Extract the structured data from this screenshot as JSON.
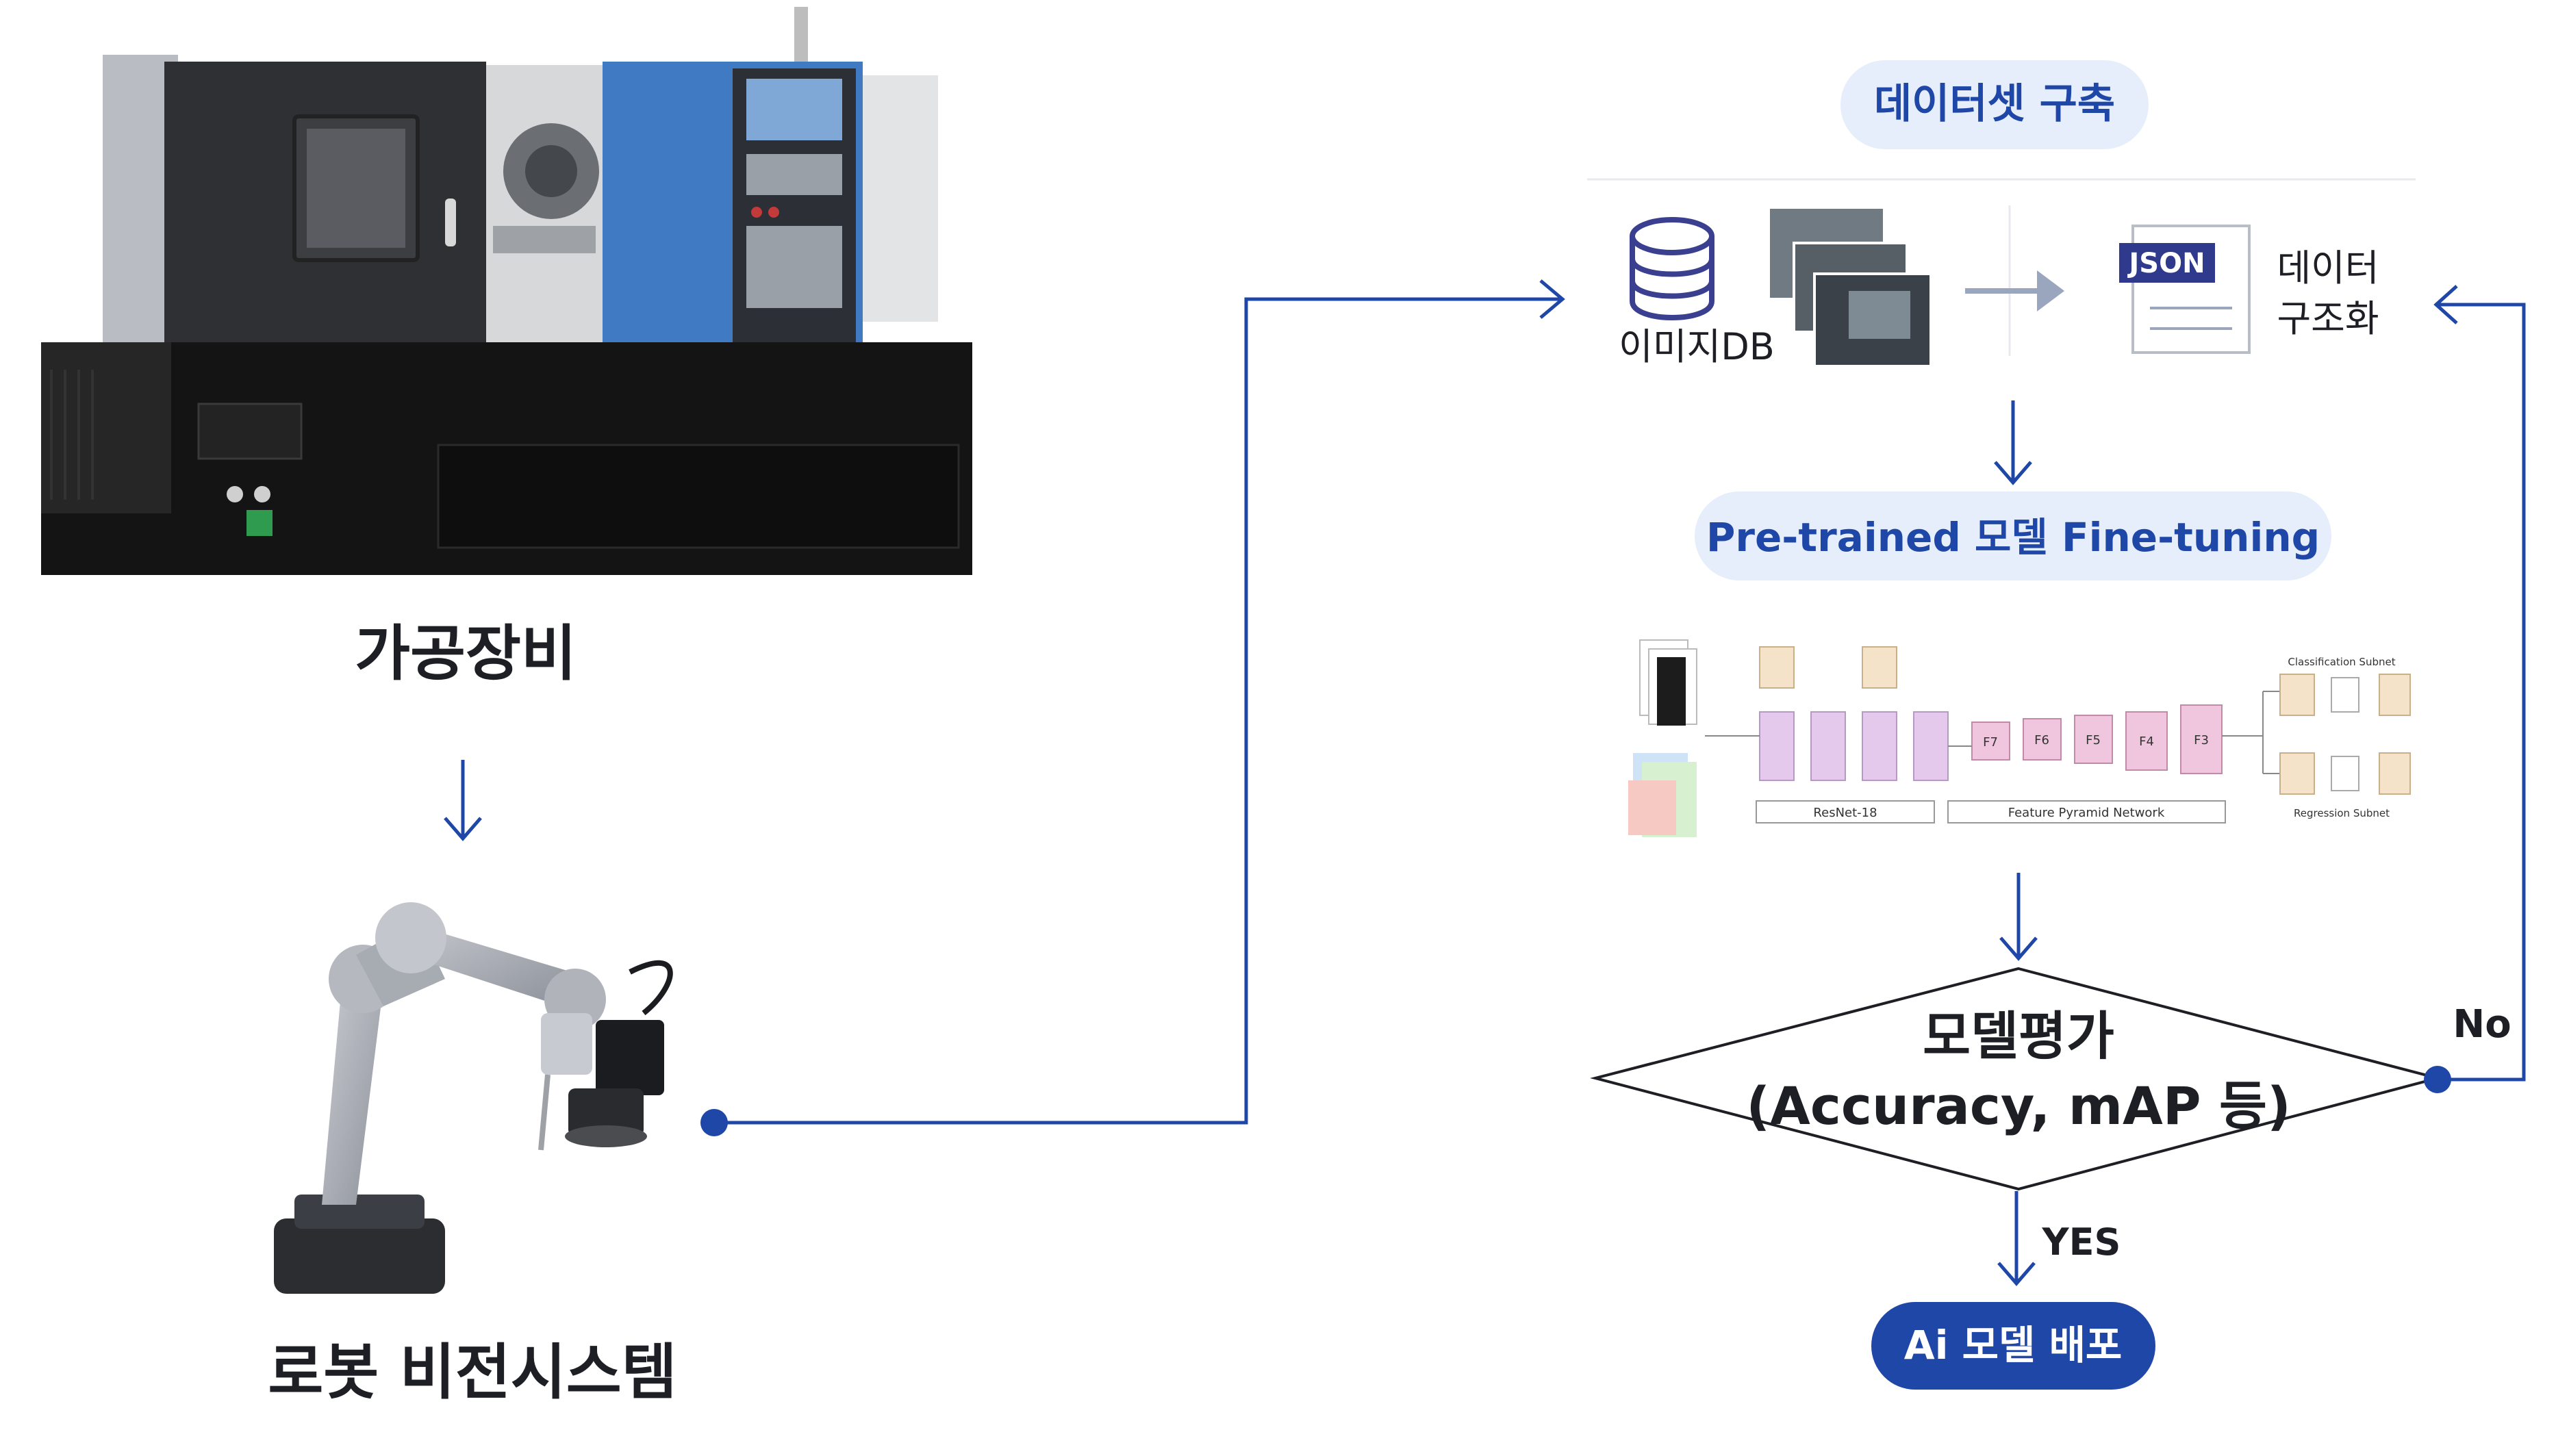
{
  "equipment": {
    "machining_label": "가공장비",
    "robot_label": "로봇 비전시스템"
  },
  "dataset": {
    "title": "데이터셋 구축",
    "image_db_label": "이미지DB",
    "json_badge": "JSON",
    "structuring_label_line1": "데이터",
    "structuring_label_line2": "구조화"
  },
  "training": {
    "title": "Pre-trained 모델 Fine-tuning",
    "arch_left_caption": "ResNet-18",
    "arch_mid_caption": "Feature Pyramid Network",
    "arch_cls_caption": "Classification Subnet",
    "arch_reg_caption": "Regression Subnet",
    "fpn_levels": [
      "F7",
      "F6",
      "F5",
      "F4",
      "F3"
    ]
  },
  "evaluation": {
    "line1": "모델평가",
    "line2": "(Accuracy, mAP 등)",
    "no_label": "No",
    "yes_label": "YES"
  },
  "deploy": {
    "label": "Ai 모델 배포"
  },
  "colors": {
    "accent_blue": "#1f47a8",
    "pill_bg": "#e7eefb",
    "pill_text": "#1f47a8",
    "deploy_bg": "#1f47a8",
    "deploy_text": "#ffffff",
    "dark_text": "#1d1f24"
  }
}
